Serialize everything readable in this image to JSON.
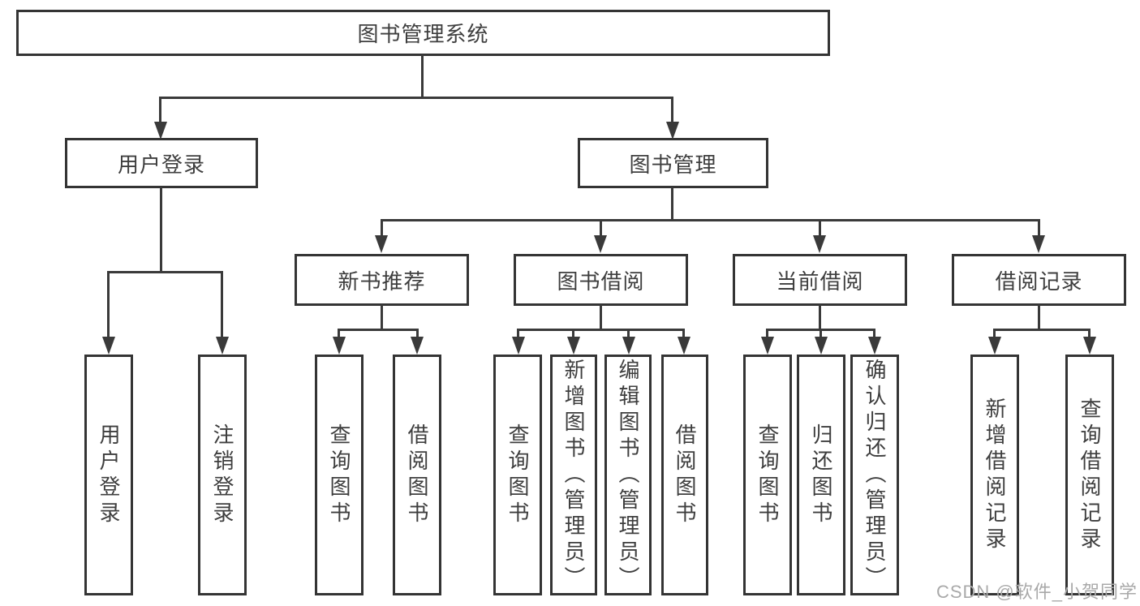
{
  "tree": {
    "root": {
      "label": "图书管理系统"
    },
    "branches": [
      {
        "label": "用户登录",
        "children": [
          {
            "label": "用户登录"
          },
          {
            "label": "注销登录"
          }
        ]
      },
      {
        "label": "图书管理",
        "children": [
          {
            "label": "新书推荐",
            "children": [
              {
                "label": "查询图书"
              },
              {
                "label": "借阅图书"
              }
            ]
          },
          {
            "label": "图书借阅",
            "children": [
              {
                "label": "查询图书"
              },
              {
                "label": "新增图书（管理员）"
              },
              {
                "label": "编辑图书（管理员）"
              },
              {
                "label": "借阅图书"
              }
            ]
          },
          {
            "label": "当前借阅",
            "children": [
              {
                "label": "查询图书"
              },
              {
                "label": "归还图书"
              },
              {
                "label": "确认归还（管理员）"
              }
            ]
          },
          {
            "label": "借阅记录",
            "children": [
              {
                "label": "新增借阅记录"
              },
              {
                "label": "查询借阅记录"
              }
            ]
          }
        ]
      }
    ]
  },
  "watermark": {
    "text": "CSDN @软件_小贺同学"
  },
  "colors": {
    "line": "#3a3a3a",
    "box_border": "#343434",
    "text": "#3e3e3e",
    "watermark": "#a9a9a9",
    "background": "#ffffff"
  }
}
